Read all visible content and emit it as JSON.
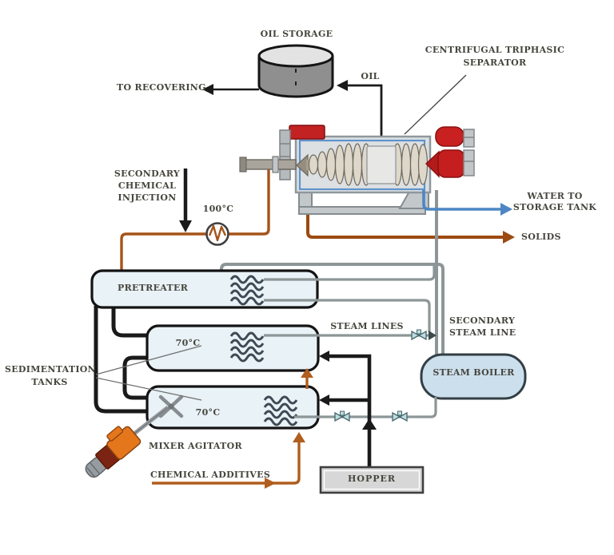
{
  "diagram": {
    "title_hint": "Olive oil extraction process flow diagram",
    "labels": {
      "oil_storage": "OIL STORAGE",
      "to_recovering": "TO RECOVERING",
      "oil": "OIL",
      "separator": [
        "CENTRIFUGAL TRIPHASIC",
        "SEPARATOR"
      ],
      "secondary_chemical_injection": [
        "SECONDARY",
        "CHEMICAL",
        "INJECTION"
      ],
      "hx_temp": "100°C",
      "water_to_storage": [
        "WATER TO",
        "STORAGE TANK"
      ],
      "solids": "SOLIDS",
      "pretreater": "PRETREATER",
      "steam_lines": "STEAM LINES",
      "secondary_steam_line": [
        "SECONDARY",
        "STEAM LINE"
      ],
      "steam_boiler": "STEAM BOILER",
      "sedimentation_tanks": [
        "SEDIMENTATION",
        "TANKS"
      ],
      "tank1_temp": "70°C",
      "tank2_temp": "70°C",
      "mixer_agitator": "MIXER AGITATOR",
      "chemical_additives": "CHEMICAL ADDITIVES",
      "hopper": "HOPPER"
    },
    "colors": {
      "pipe_black": "#1a1a1a",
      "pipe_brown": "#a5541a",
      "solids_brown": "#9c4a10",
      "pipe_blue": "#4d86c4",
      "steam_gray": "#8d9697",
      "tank_fill": "#e9f2f6",
      "boiler_fill": "#ccdfec",
      "hopper_fill": "#d7d7d7",
      "motor_red": "#c62222",
      "agitator_orange": "#e4761c",
      "label_color": "#46453d"
    }
  }
}
